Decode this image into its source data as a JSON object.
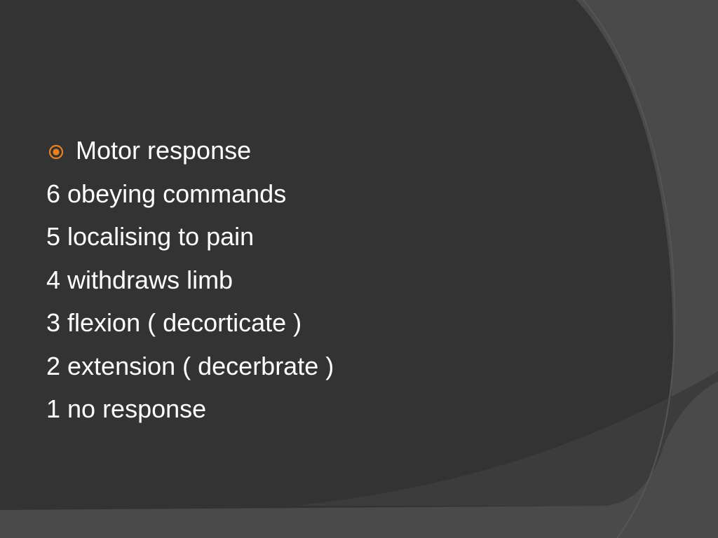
{
  "slide": {
    "heading": "Motor response",
    "items": [
      "6 obeying commands",
      "5 localising to pain",
      "4 withdraws limb",
      "3 flexion ( decorticate )",
      "2 extension ( decerbrate )",
      "1 no response"
    ]
  },
  "theme": {
    "background_dark": "#333333",
    "background_light": "#4a4a4a",
    "accent": "#e8821e",
    "text": "#ffffff",
    "bullet_icon": "target-circle-icon"
  }
}
